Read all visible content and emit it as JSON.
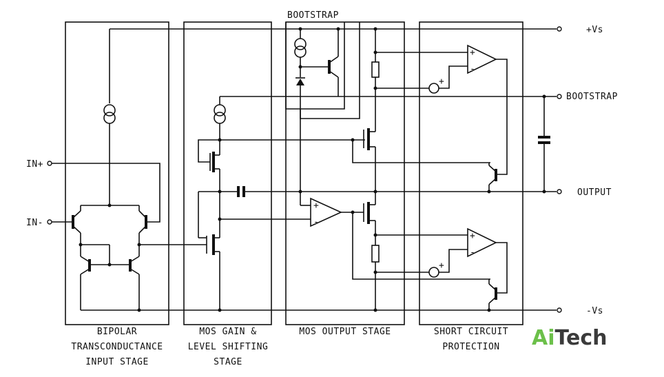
{
  "labels": {
    "bootstrap_block": "BOOTSTRAP",
    "vs_plus": "+Vs",
    "bootstrap_pin": "BOOTSTRAP",
    "output": "OUTPUT",
    "vs_minus": "-Vs",
    "in_plus": "IN+",
    "in_minus": "IN-"
  },
  "captions": {
    "bipolar": [
      "BIPOLAR",
      "TRANSCONDUCTANCE",
      "INPUT STAGE"
    ],
    "mos_gain": [
      "MOS GAIN &",
      "LEVEL SHIFTING",
      "STAGE"
    ],
    "mos_output": [
      "MOS OUTPUT STAGE"
    ],
    "short_circuit": [
      "SHORT CIRCUIT",
      "PROTECTION"
    ]
  },
  "logo": {
    "part1": "Ai",
    "part2": "Tech"
  },
  "colors": {
    "line": "#111111",
    "logo_green": "#6cc04a",
    "logo_dark": "#3b3b3b"
  }
}
